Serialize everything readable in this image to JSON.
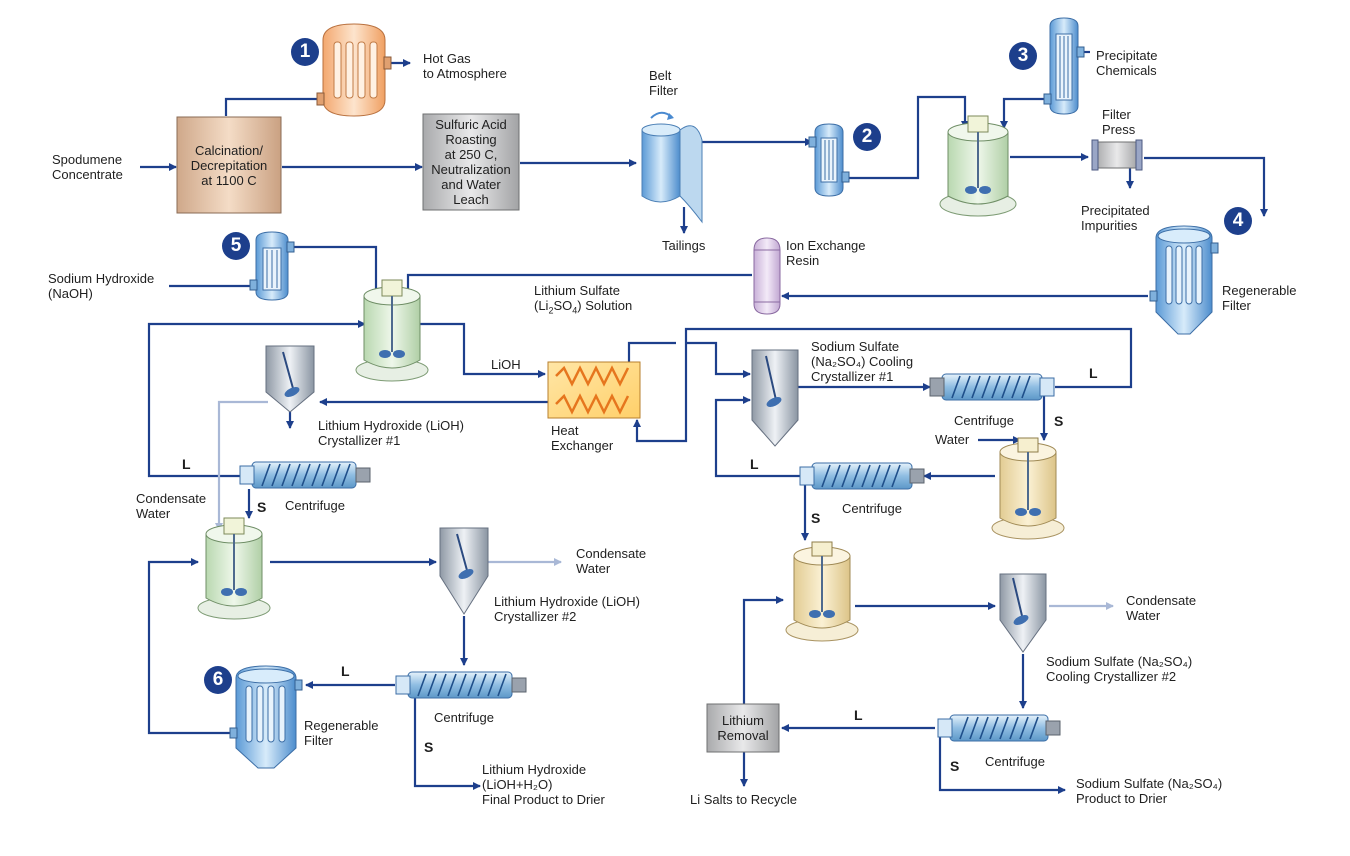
{
  "steps": [
    "1",
    "2",
    "3",
    "4",
    "5",
    "6"
  ],
  "boxes": {
    "calcination": "Calcination/\nDecrepitation\nat 1100 C",
    "roasting": "Sulfuric Acid\nRoasting\nat 250 C,\nNeutralization\nand Water\nLeach",
    "lithium_removal": "Lithium\nRemoval"
  },
  "labels": {
    "spodumene": "Spodumene\nConcentrate",
    "hot_gas": "Hot Gas\nto Atmosphere",
    "belt_filter": "Belt\nFilter",
    "tailings": "Tailings",
    "precipitate_chemicals": "Precipitate\nChemicals",
    "filter_press": "Filter\nPress",
    "precipitated_impurities": "Precipitated\nImpurities",
    "ion_exchange": "Ion Exchange\nResin",
    "regen_filter_top": "Regenerable\nFilter",
    "naoh": "Sodium Hydroxide\n(NaOH)",
    "li2so4_line1": "Lithium Sulfate",
    "li2so4_pre": "(Li",
    "li2so4_sub1": "2",
    "li2so4_mid": "SO",
    "li2so4_sub2": "4",
    "li2so4_post": ") Solution",
    "lioh_stream": "LiOH",
    "heat_exchanger": "Heat\nExchanger",
    "lioh_cryst1": "Lithium Hydroxide (LiOH)\nCrystallizer #1",
    "centrifuge_a": "Centrifuge",
    "condensate_water_a": "Condensate\nWater",
    "condensate_water_b": "Condensate\nWater",
    "lioh_cryst2": "Lithium Hydroxide (LiOH)\nCrystallizer #2",
    "centrifuge_b": "Centrifuge",
    "regen_filter_bottom": "Regenerable\nFilter",
    "lioh_product": "Lithium Hydroxide\n(LiOH+H₂O)\nFinal Product to Drier",
    "na2so4_cryst1_pre": "Sodium Sulfate",
    "na2so4_cryst1_chem": "(Na₂SO₄) Cooling",
    "na2so4_cryst1_post": "Crystallizer #1",
    "centrifuge_c": "Centrifuge",
    "water": "Water",
    "centrifuge_d": "Centrifuge",
    "condensate_water_c": "Condensate\nWater",
    "na2so4_cryst2": "Sodium Sulfate (Na₂SO₄)\nCooling Crystallizer #2",
    "centrifuge_e": "Centrifuge",
    "li_salts": "Li Salts to Recycle",
    "na2so4_product": "Sodium Sulfate (Na₂SO₄)\nProduct to Drier"
  },
  "stream_tags": {
    "L": "L",
    "S": "S"
  },
  "colors": {
    "flow_line": "#1d3f8c",
    "condensate_line": "#a9b8d6",
    "badge": "#1d3f8c"
  }
}
